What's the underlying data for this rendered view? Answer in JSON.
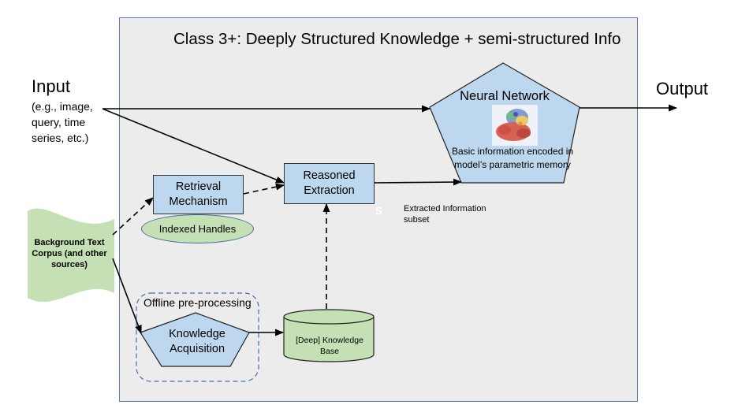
{
  "diagram": {
    "title": "Class 3+: Deeply Structured Knowledge + semi-structured Info",
    "input": {
      "label": "Input",
      "description": "(e.g., image, query, time series, etc.)"
    },
    "output": {
      "label": "Output"
    },
    "nodes": {
      "neural_network": {
        "title": "Neural Network",
        "description": "Basic information encoded in model’s parametric memory",
        "image": "network-embedding-thumbnail"
      },
      "reasoned_extraction": {
        "label": "Reasoned Extraction"
      },
      "retrieval_mechanism": {
        "label": "Retrieval Mechanism"
      },
      "indexed_handles": {
        "label": "Indexed Handles"
      },
      "background_corpus": {
        "label": "Background Text Corpus (and other sources)"
      },
      "offline_group": {
        "label": "Offline pre-processing"
      },
      "knowledge_acquisition": {
        "label": "Knowledge Acquisition"
      },
      "knowledge_base": {
        "label": "[Deep] Knowledge Base"
      }
    },
    "annotations": {
      "extracted_info": "Extracted Information subset",
      "stray_char": "S"
    },
    "edges": [
      {
        "from": "input",
        "to": "neural_network",
        "style": "solid"
      },
      {
        "from": "input",
        "to": "reasoned_extraction",
        "style": "solid"
      },
      {
        "from": "retrieval_mechanism",
        "to": "reasoned_extraction",
        "style": "dashed"
      },
      {
        "from": "background_corpus",
        "to": "retrieval_mechanism",
        "style": "dashed"
      },
      {
        "from": "background_corpus",
        "to": "knowledge_acquisition",
        "style": "solid"
      },
      {
        "from": "knowledge_acquisition",
        "to": "knowledge_base",
        "style": "solid"
      },
      {
        "from": "knowledge_base",
        "to": "reasoned_extraction",
        "style": "dashed"
      },
      {
        "from": "reasoned_extraction",
        "to": "neural_network",
        "style": "solid"
      },
      {
        "from": "neural_network",
        "to": "output",
        "style": "solid"
      }
    ],
    "colors": {
      "panel_bg": "#ececec",
      "panel_border": "#5b7bb0",
      "blue_node": "#bdd7ee",
      "green_node": "#c5e0b4"
    }
  }
}
